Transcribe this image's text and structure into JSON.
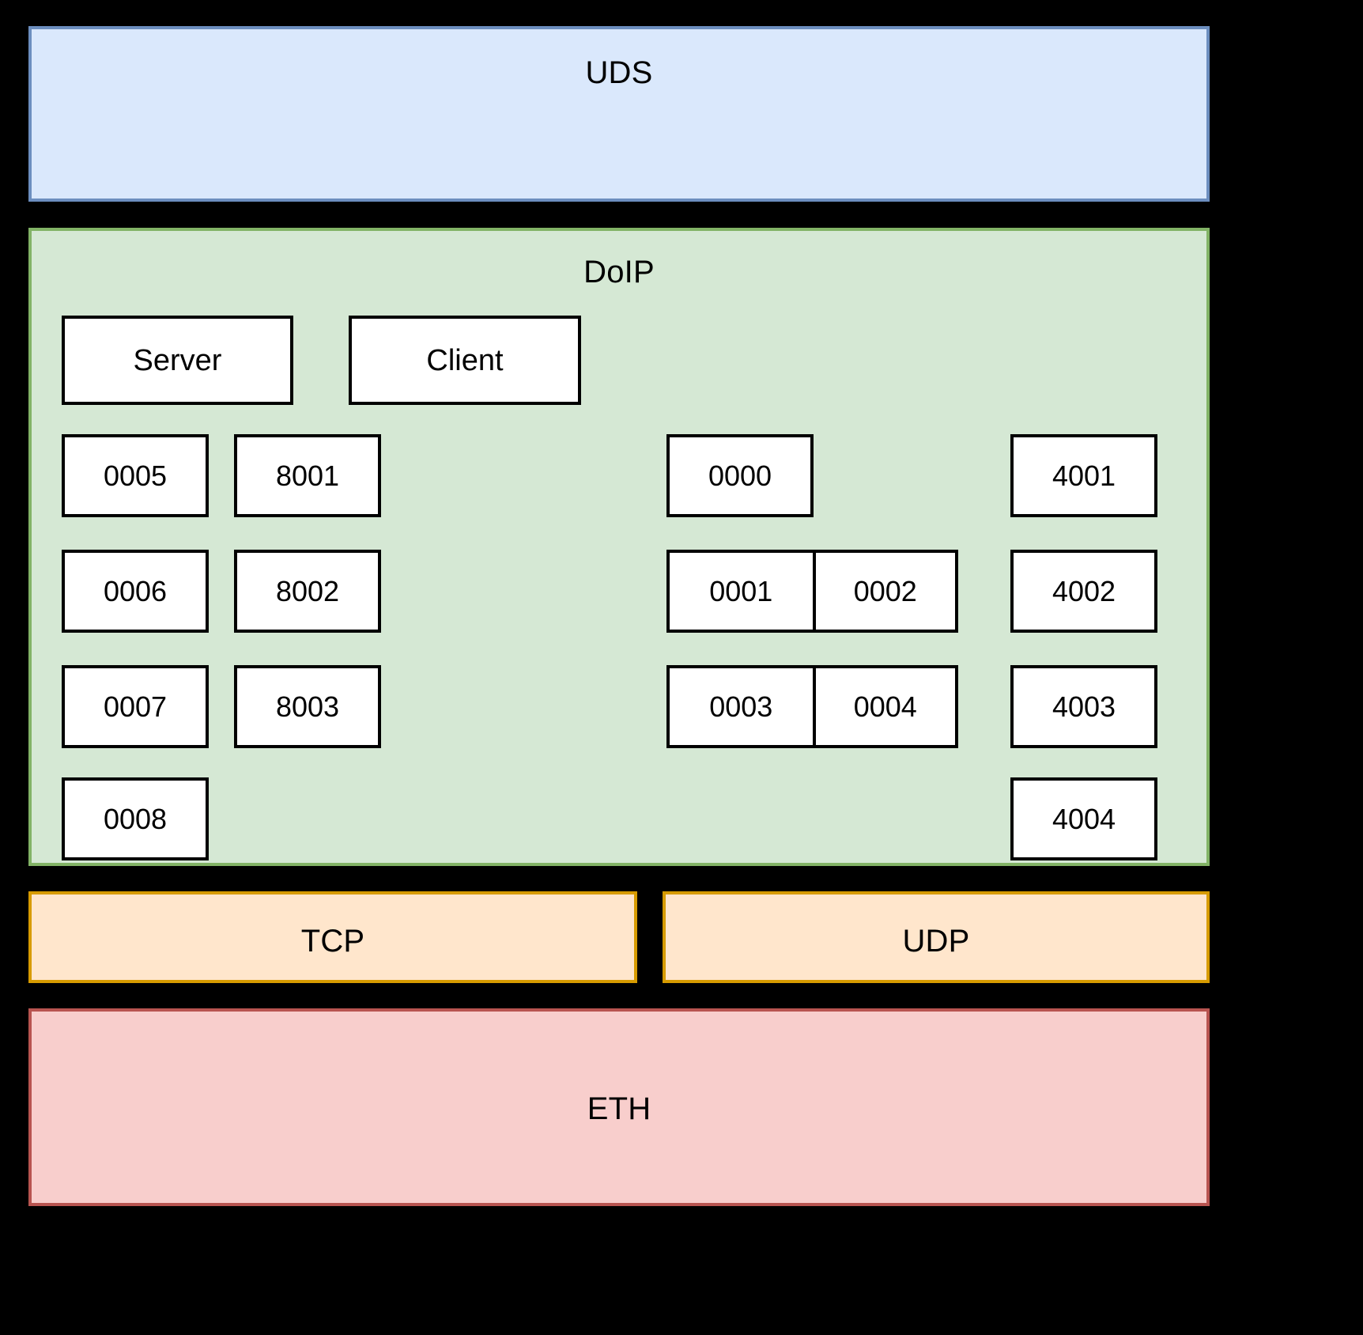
{
  "diagram": {
    "title_uds": "UDS",
    "title_doip": "DoIP",
    "title_tcp": "TCP",
    "title_udp": "UDP",
    "title_eth": "ETH"
  },
  "colors": {
    "page_background": "#000000",
    "uds_fill": "#dae8fc",
    "uds_border": "#6c8ebf",
    "doip_fill": "#d5e8d4",
    "doip_border": "#82b366",
    "transport_fill": "#ffe6cc",
    "transport_border": "#d79b00",
    "eth_fill": "#f8cecc",
    "eth_border": "#b85450",
    "node_fill": "#ffffff",
    "node_border": "#000000"
  },
  "doip": {
    "roles": [
      {
        "label": "Server"
      },
      {
        "label": "Client"
      }
    ],
    "server_column_a": [
      {
        "label": "0005"
      },
      {
        "label": "0006"
      },
      {
        "label": "0007"
      },
      {
        "label": "0008"
      }
    ],
    "server_column_b": [
      {
        "label": "8001"
      },
      {
        "label": "8002"
      },
      {
        "label": "8003"
      }
    ],
    "client_column_a": [
      {
        "type": "single",
        "labels": [
          "0000"
        ]
      },
      {
        "type": "pair",
        "labels": [
          "0001",
          "0002"
        ]
      },
      {
        "type": "pair",
        "labels": [
          "0003",
          "0004"
        ]
      }
    ],
    "client_column_b": [
      {
        "label": "4001"
      },
      {
        "label": "4002"
      },
      {
        "label": "4003"
      },
      {
        "label": "4004"
      }
    ]
  }
}
